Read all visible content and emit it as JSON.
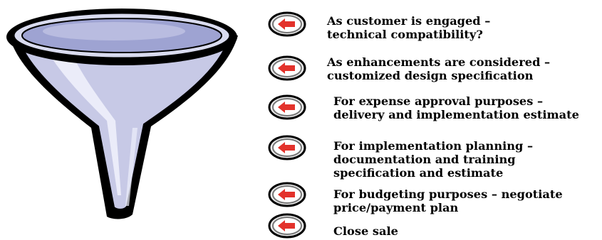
{
  "colors": {
    "funnel_outline": "#000000",
    "funnel_fill": "#c7c9e6",
    "funnel_highlight": "#eef0fb",
    "funnel_top_ellipse": "#9ea3d2",
    "button_ring": "#777777",
    "button_face": "#eaeaea",
    "arrow": "#e3322b"
  },
  "icons": {
    "funnel": "funnel-icon",
    "back_button": "back-arrow-icon"
  },
  "steps": [
    {
      "line1": "As customer is engaged –",
      "line2": "technical compatibility?"
    },
    {
      "line1": "As enhancements are considered –",
      "line2": "customized design specification"
    },
    {
      "line1": "For expense approval purposes –",
      "line2": "delivery and implementation estimate"
    },
    {
      "line1": "For implementation planning –",
      "line2": "documentation and training",
      "line3": "specification and estimate"
    },
    {
      "line1": "For budgeting purposes – negotiate",
      "line2": "price/payment plan"
    },
    {
      "line1": "Close sale"
    }
  ]
}
